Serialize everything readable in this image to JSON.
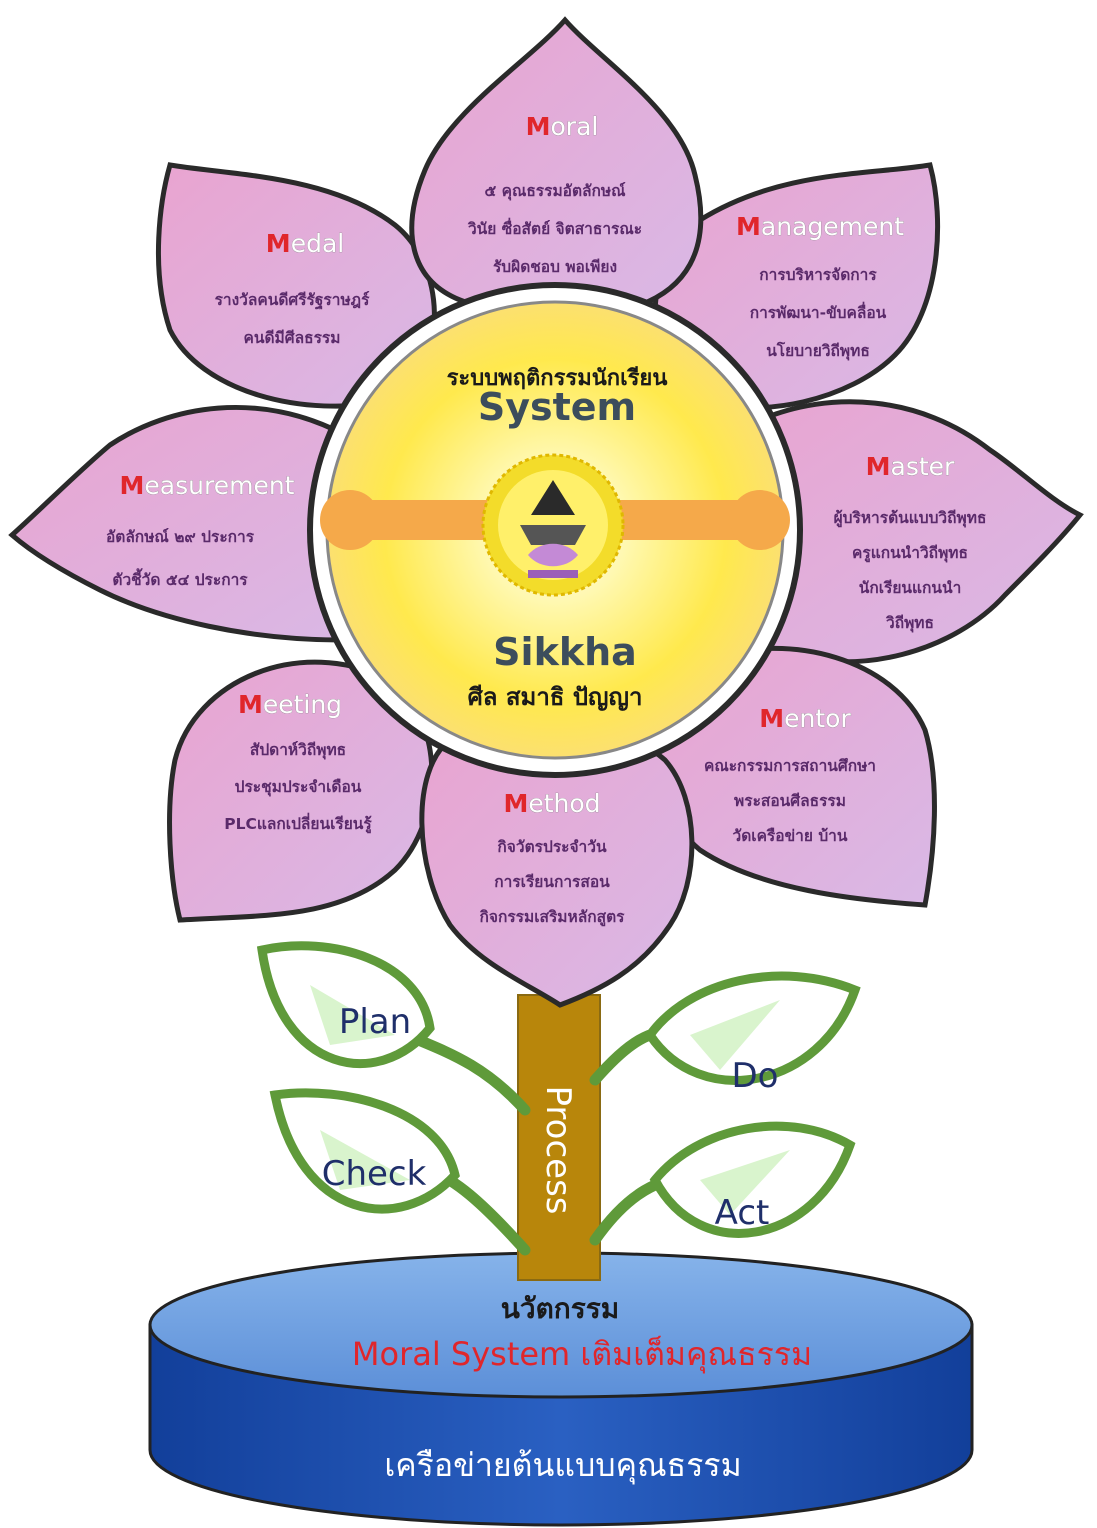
{
  "petals": {
    "moral": {
      "cap": "M",
      "rest": "oral",
      "lines": [
        "๕ คุณธรรมอัตลักษณ์",
        "วินัย ซื่อสัตย์ จิตสาธารณะ",
        "รับผิดชอบ พอเพียง"
      ]
    },
    "management": {
      "cap": "M",
      "rest": "anagement",
      "lines": [
        "การบริหารจัดการ",
        "การพัฒนา-ขับคลื่อน",
        "นโยบายวิถีพุทธ"
      ]
    },
    "master": {
      "cap": "M",
      "rest": "aster",
      "lines": [
        "ผู้บริหารต้นแบบวิถีพุทธ",
        "ครูแกนนำวิถีพุทธ",
        "นักเรียนแกนนำ",
        "วิถีพุทธ"
      ]
    },
    "mentor": {
      "cap": "M",
      "rest": "entor",
      "lines": [
        "คณะกรรมการสถานศึกษา",
        "พระสอนศีลธรรม",
        "วัดเครือข่าย  บ้าน"
      ]
    },
    "method": {
      "cap": "M",
      "rest": "ethod",
      "lines": [
        "กิจวัตรประจำวัน",
        "การเรียนการสอน",
        "กิจกรรมเสริมหลักสูตร"
      ]
    },
    "meeting": {
      "cap": "M",
      "rest": "eeting",
      "lines": [
        "สัปดาห์วิถีพุทธ",
        "ประชุมประจำเดือน",
        "PLCแลกเปลี่ยนเรียนรู้"
      ]
    },
    "measurement": {
      "cap": "M",
      "rest": "easurement",
      "lines": [
        "อัตลักษณ์ ๒๙ ประการ",
        "ตัวชี้วัด ๕๔ ประการ"
      ]
    },
    "medal": {
      "cap": "M",
      "rest": "edal",
      "lines": [
        "รางวัลคนดีศรีรัฐราษฎร์",
        "คนดีมีศีลธรรม"
      ]
    }
  },
  "center": {
    "thai_title": "ระบบพฤติกรรมนักเรียน",
    "system": "System",
    "sikkha": "Sikkha",
    "sila": "ศีล  สมาธิ  ปัญญา"
  },
  "stem_label": "Process",
  "leaves": {
    "plan": "Plan",
    "do": "Do",
    "check": "Check",
    "act": "Act"
  },
  "base": {
    "innovation": "นวัตกรรม",
    "moral_system": "Moral System เติมเต็มคุณธรรม",
    "network": "เครือข่ายต้นแบบคุณธรรม"
  },
  "colors": {
    "petal": "#e8a8cf",
    "petal_outline": "#2a2a2a",
    "center": "#fff36a",
    "bar": "#f5a94a",
    "leaf": "#5f9a3a",
    "stem": "#b8860b",
    "base_top": "#6a9fe0",
    "base_side": "#1c4fb0",
    "accent_red": "#e0262b"
  },
  "icons": [
    "school-emblem-icon"
  ]
}
